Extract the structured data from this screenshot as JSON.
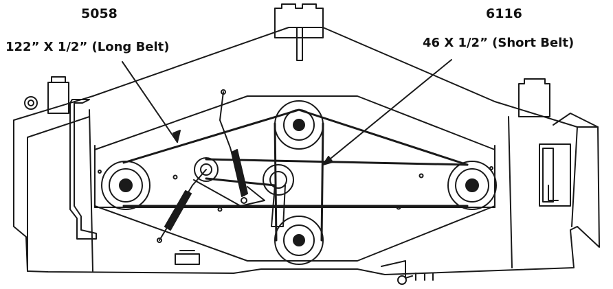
{
  "labels": {
    "long_belt_part": "5058",
    "long_belt_desc": "122” X 1/2” (Long Belt)",
    "short_belt_part": "6116",
    "short_belt_desc": "46 X 1/2” (Short Belt)"
  },
  "colors": {
    "line": "#1a1a1a",
    "background": "#ffffff"
  },
  "icons": {
    "long_belt_arrow": "arrow-icon",
    "short_belt_arrow": "arrow-icon"
  }
}
